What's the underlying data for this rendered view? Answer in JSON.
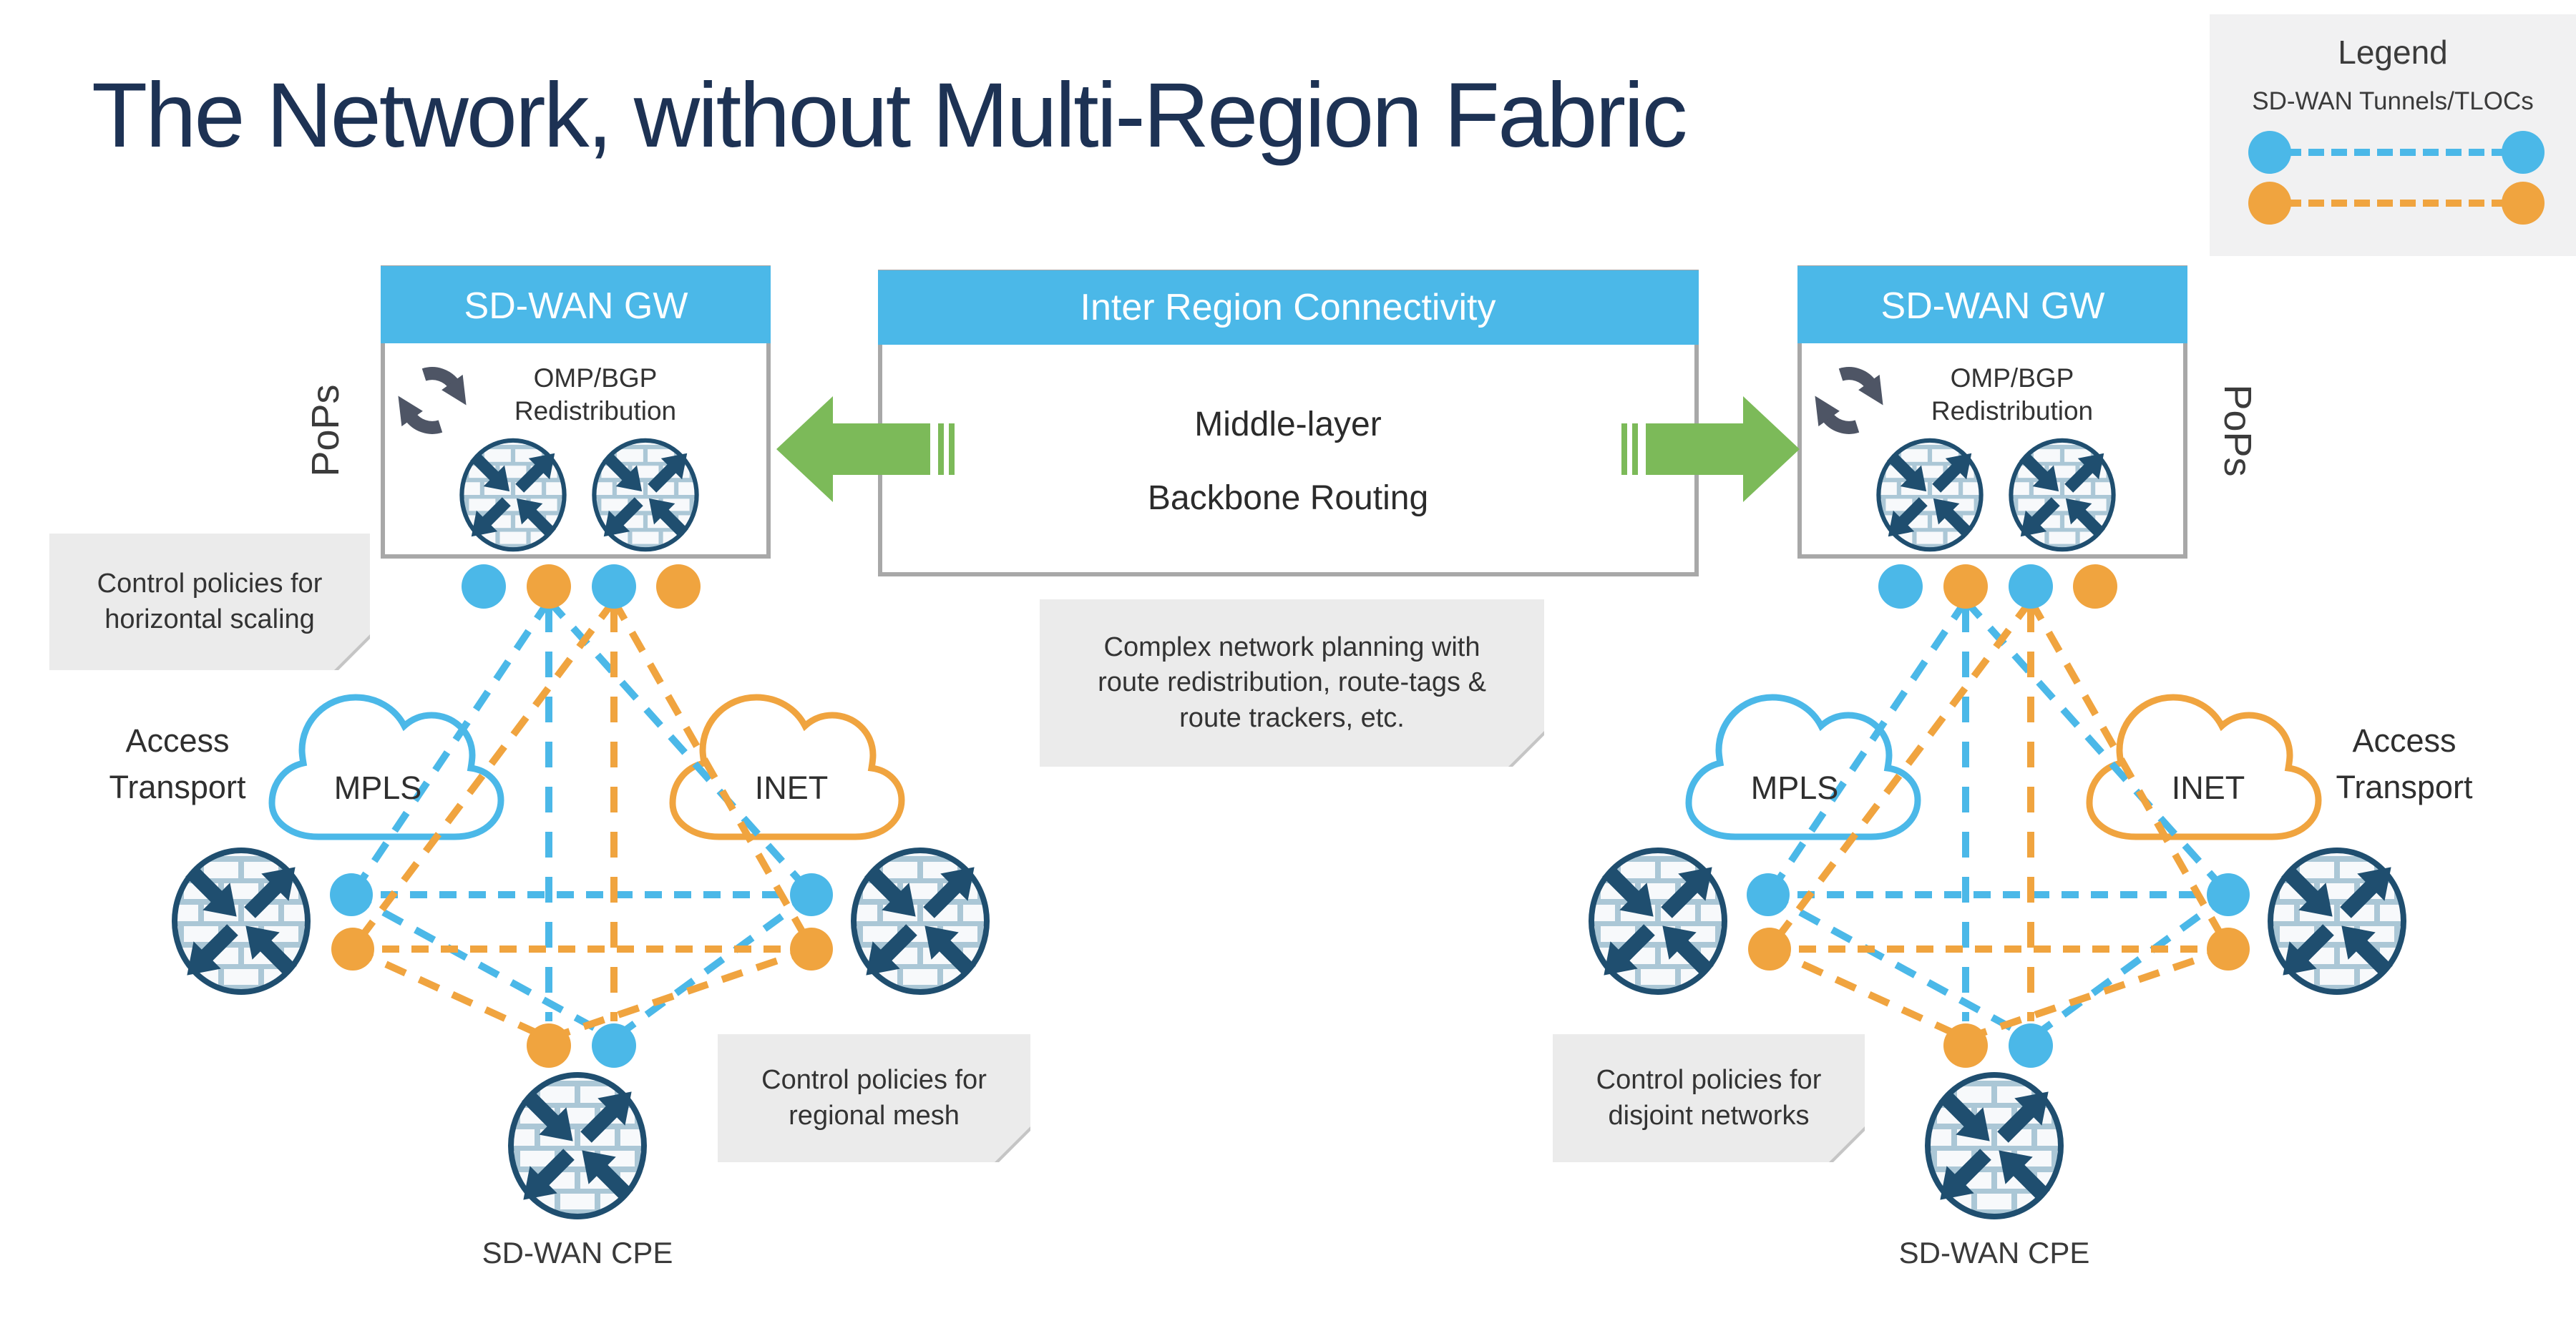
{
  "title": "The Network, without Multi-Region Fabric",
  "legend": {
    "title": "Legend",
    "subtitle": "SD-WAN Tunnels/TLOCs",
    "tunnel_colors": {
      "blue": "#4BB8E8",
      "orange": "#F0A43F"
    }
  },
  "gateway": {
    "header": "SD-WAN GW",
    "redistribution_label": "OMP/BGP\nRedistribution"
  },
  "center_box": {
    "header": "Inter Region Connectivity",
    "body": "Middle-layer\nBackbone Routing"
  },
  "labels": {
    "pops": "PoPs",
    "access_transport": "Access\nTransport",
    "cpe": "SD-WAN CPE"
  },
  "clouds": {
    "mpls": "MPLS",
    "inet": "INET"
  },
  "callouts": {
    "horizontal_scaling": "Control policies for\nhorizontal scaling",
    "complex_planning": "Complex network planning with\nroute redistribution, route-tags &\nroute trackers, etc.",
    "regional_mesh": "Control policies for\nregional mesh",
    "disjoint_networks": "Control policies for\ndisjoint networks"
  },
  "colors": {
    "title_navy": "#1D3254",
    "header_blue": "#4BB8E8",
    "tunnel_blue": "#4BB8E8",
    "tunnel_orange": "#F0A43F",
    "arrow_green": "#7CBA59",
    "router_navy": "#1F4E6F",
    "brick_light": "#ABC7D6",
    "box_border_gray": "#A8A8A8",
    "callout_gray": "#EBEBEB",
    "legend_bg": "#F1F1F2",
    "icon_slate": "#4E5565"
  }
}
